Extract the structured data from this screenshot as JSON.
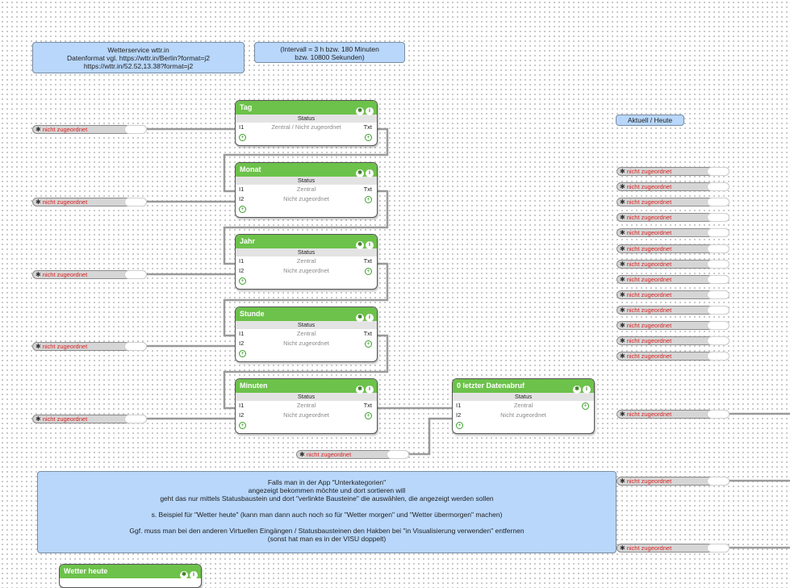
{
  "notes": {
    "service": [
      "Wetterservice wttr.in",
      "Datenformat vgl. https://wttr.in/Berlin?format=j2",
      "https://wttr.in/52.52,13.38?format=j2"
    ],
    "interval": [
      "(Intervall = 3 h bzw. 180 Minuten",
      "bzw. 10800 Sekunden)"
    ],
    "info": [
      "Falls man in der App \"Unterkategorien\"",
      "angezeigt bekommen möchte und dort sortieren will",
      "geht das nur mittels Statusbaustein und dort \"verlinkte Bausteine\" die auswählen, die angezeigt werden sollen",
      "",
      "s. Beispiel für \"Wetter heute\" (kann man dann auch noch so für \"Wetter morgen\" und \"Wetter übermorgen\" machen)",
      "",
      "Ggf. muss man bei den anderen Virtuellen Eingängen / Statusbausteinen den Hakben bei \"in Visualisierung verwenden\" entfernen",
      "(sonst hat man es in der VISU doppelt)"
    ]
  },
  "label_aktuell": "Aktuell / Heute",
  "pill_label": "nicht zugeordnet",
  "blocks": {
    "tag": {
      "title": "Tag",
      "status": "Status",
      "i1": "I1",
      "i1_value": "Zentral / Nicht zugeordnet",
      "out": "Txt"
    },
    "monat": {
      "title": "Monat",
      "status": "Status",
      "i1": "I1",
      "i1_value": "Zentral",
      "i2": "I2",
      "i2_value": "Nicht zugeordnet",
      "out": "Txt"
    },
    "jahr": {
      "title": "Jahr",
      "status": "Status",
      "i1": "I1",
      "i1_value": "Zentral",
      "i2": "I2",
      "i2_value": "Nicht zugeordnet",
      "out": "Txt"
    },
    "stunde": {
      "title": "Stunde",
      "status": "Status",
      "i1": "I1",
      "i1_value": "Zentral",
      "i2": "I2",
      "i2_value": "Nicht zugeordnet",
      "out": "Txt"
    },
    "minuten": {
      "title": "Minuten",
      "status": "Status",
      "i1": "I1",
      "i1_value": "Zentral",
      "i2": "I2",
      "i2_value": "Nicht zugeordnet",
      "out": "Txt"
    },
    "datenabruf": {
      "title": "0 letzter Datenabruf",
      "status": "Status",
      "i1": "I1",
      "i1_value": "Zentral",
      "i2": "I2",
      "i2_value": "Nicht zugeordnet"
    },
    "wetter_heute": {
      "title": "Wetter heute"
    }
  },
  "colors": {
    "block_header": "#6cc24a",
    "note_bg": "#b8d7fb",
    "unassigned_text": "#dd2222"
  },
  "icons": {
    "settings": "gear-icon",
    "info": "info-icon",
    "add": "plus-circle-icon"
  }
}
